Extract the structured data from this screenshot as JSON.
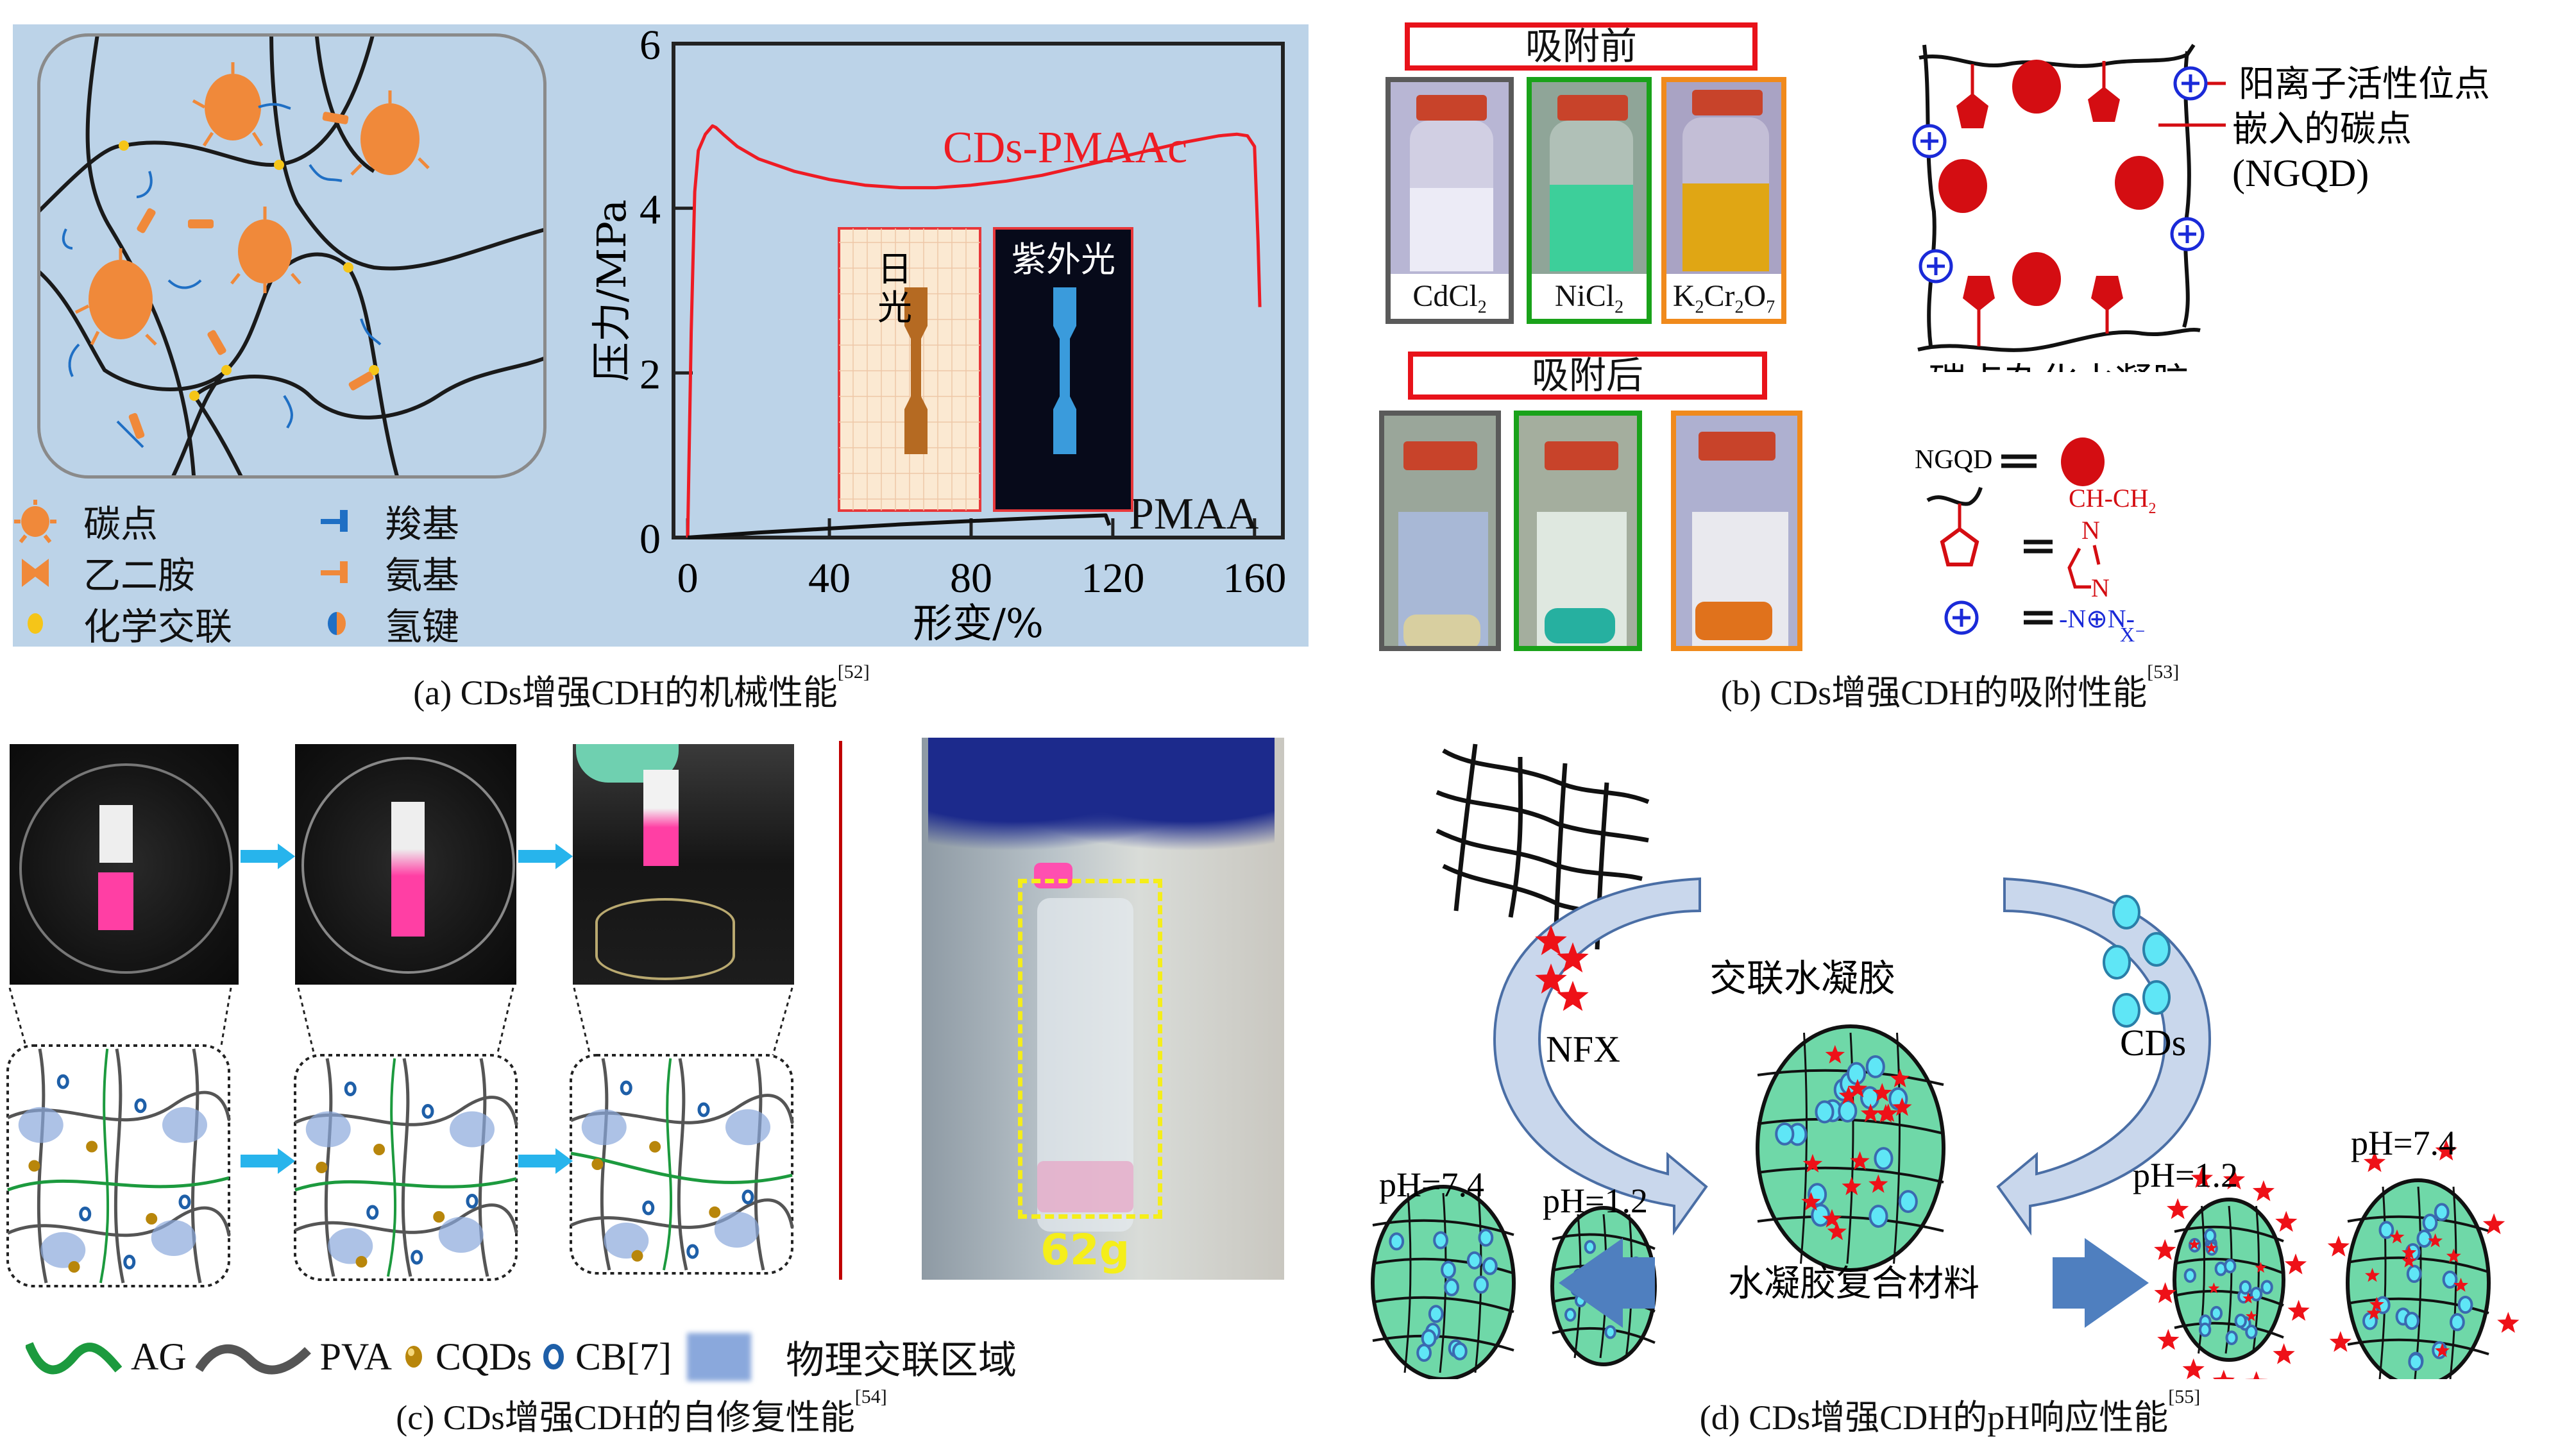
{
  "panel_a": {
    "caption": "(a) CDs增强CDH的机械性能",
    "caption_ref": "[52]",
    "legend": [
      {
        "icon": "carbon-dot-icon",
        "label": "碳点"
      },
      {
        "icon": "ethylenediamine-icon",
        "label": "乙二胺"
      },
      {
        "icon": "chemical-crosslink-icon",
        "label": "化学交联"
      },
      {
        "icon": "carboxyl-icon",
        "label": "羧基"
      },
      {
        "icon": "amino-icon",
        "label": "氨基"
      },
      {
        "icon": "hydrogen-bond-icon",
        "label": "氢键"
      }
    ],
    "inset_daylight_label": [
      "日",
      "光"
    ],
    "inset_uv_label": "紫外光",
    "colors": {
      "background": "#bcd3e8",
      "carbon_dot": "#f0893a",
      "carboxyl": "#1f6fc4",
      "crosslink": "#f5c518",
      "cdspmaac_curve": "#ee1c24",
      "pmaa_curve": "#111111"
    }
  },
  "chart_data": {
    "type": "line",
    "title": "",
    "xlabel": "形变/%",
    "ylabel": "压力/MPa",
    "xlim": [
      -4,
      168
    ],
    "ylim": [
      0,
      6
    ],
    "xticks": [
      0,
      40,
      80,
      120,
      160
    ],
    "yticks": [
      0,
      2,
      4,
      6
    ],
    "grid": false,
    "series": [
      {
        "name": "CDs-PMAAc",
        "color": "#ee1c24",
        "x": [
          0,
          1,
          2,
          3,
          5,
          7,
          8,
          10,
          14,
          20,
          30,
          40,
          50,
          60,
          70,
          80,
          90,
          100,
          110,
          120,
          130,
          140,
          150,
          155,
          158,
          160,
          161,
          161.5
        ],
        "y": [
          0,
          2.5,
          4.2,
          4.7,
          4.9,
          5.0,
          4.98,
          4.9,
          4.75,
          4.6,
          4.45,
          4.35,
          4.28,
          4.25,
          4.25,
          4.28,
          4.33,
          4.4,
          4.5,
          4.6,
          4.7,
          4.8,
          4.88,
          4.9,
          4.88,
          4.75,
          3.6,
          2.8
        ]
      },
      {
        "name": "PMAA",
        "color": "#111111",
        "x": [
          0,
          20,
          40,
          60,
          80,
          100,
          118,
          119
        ],
        "y": [
          0.0,
          0.06,
          0.11,
          0.16,
          0.2,
          0.24,
          0.27,
          0.15
        ]
      }
    ],
    "annotations": [
      "CDs-PMAAc",
      "PMAA"
    ]
  },
  "panel_b": {
    "caption": "(b) CDs增强CDH的吸附性能",
    "caption_ref": "[53]",
    "before_title": "吸附前",
    "after_title": "吸附后",
    "vials": [
      {
        "formula_main": "CdCl",
        "formula_sub": "2",
        "frame_color": "#5a5a5a",
        "liquid_color": "#e8e6f4"
      },
      {
        "formula_main": "NiCl",
        "formula_sub": "2",
        "frame_color": "#1aa21a",
        "liquid_color": "#3dcf9a"
      },
      {
        "formula_html_parts": [
          "K",
          "2",
          "Cr",
          "2",
          "O",
          "7"
        ],
        "frame_color": "#f08a1c",
        "liquid_color": "#e0a614"
      }
    ],
    "diagram_title": "碳点杂化水凝胶",
    "label_cation_site": "阳离子活性位点",
    "label_embedded_cd": "嵌入的碳点",
    "label_ngqd_paren": "(NGQD)",
    "ngqd_eq": "NGQD",
    "formula_ch": "CH-CH",
    "formula_ch_sub": "2",
    "formula_n1": "N",
    "formula_n2": "N",
    "formula_cation": "-N⊕N-",
    "formula_anion": "X⁻",
    "colors": {
      "red": "#d40d12",
      "blue": "#1a2ad8"
    }
  },
  "panel_c": {
    "caption": "(c) CDs增强CDH的自修复性能",
    "caption_ref": "[54]",
    "weight_label": "62g",
    "legend": [
      {
        "icon": "ag-chain-icon",
        "label": "AG"
      },
      {
        "icon": "pva-chain-icon",
        "label": "PVA"
      },
      {
        "icon": "cqd-bead-icon",
        "label": "CQDs"
      },
      {
        "icon": "cb7-ring-icon",
        "label": "CB[7]"
      },
      {
        "icon": "physical-crosslink-icon",
        "label": "物理交联区域"
      }
    ],
    "colors": {
      "ag": "#1c9a3e",
      "pva": "#555555",
      "cqd": "#b8860b",
      "cb7": "#1e5fa8",
      "phys": "#8aa8dc",
      "arrow": "#27b4ec",
      "divider": "#c00000",
      "pink": "#ff3fa4"
    }
  },
  "panel_d": {
    "caption": "(d) CDs增强CDH的pH响应性能",
    "caption_ref": "[55]",
    "label_crosslinked_hydrogel": "交联水凝胶",
    "label_nfx": "NFX",
    "label_cds": "CDs",
    "label_composite": "水凝胶复合材料",
    "ph_labels": [
      "pH=7.4",
      "pH=1.2",
      "pH=1.2",
      "pH=7.4"
    ],
    "colors": {
      "sphere": "#6fd8a8",
      "dot": "#5fe6f6",
      "star": "#ee1118",
      "arrow": "#4f7fbf"
    }
  }
}
